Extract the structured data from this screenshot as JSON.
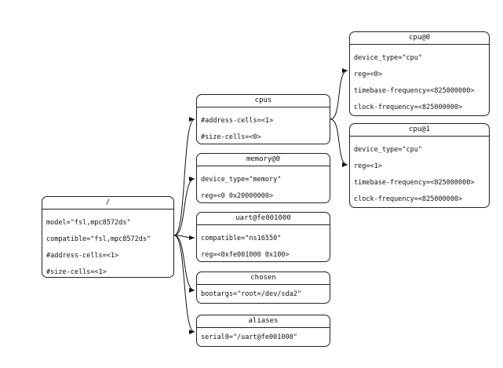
{
  "nodes": {
    "root": {
      "title": "/",
      "props": [
        "model=\"fsl,mpc8572ds\"",
        "compatible=\"fsl,mpc8572ds\"",
        "#address-cells=<1>",
        "#size-cells=<1>"
      ]
    },
    "cpus": {
      "title": "cpus",
      "props": [
        "#address-cells=<1>",
        "#size-cells=<0>"
      ]
    },
    "memory": {
      "title": "memory@0",
      "props": [
        "device_type=\"memory\"",
        "reg=<0 0x20000000>"
      ]
    },
    "uart": {
      "title": "uart@fe001000",
      "props": [
        "compatible=\"ns16550\"",
        "reg=<0xfe001000 0x100>"
      ]
    },
    "chosen": {
      "title": "chosen",
      "props": [
        "bootargs=\"root=/dev/sda2\""
      ]
    },
    "aliases": {
      "title": "aliases",
      "props": [
        "serial0=\"/uart@fe001000\""
      ]
    },
    "cpu0": {
      "title": "cpu@0",
      "props": [
        "device_type=\"cpu\"",
        "reg=<0>",
        "timebase-frequency=<825000000>",
        "clock-frequency=<825000000>"
      ]
    },
    "cpu1": {
      "title": "cpu@1",
      "props": [
        "device_type=\"cpu\"",
        "reg=<1>",
        "timebase-frequency=<825000000>",
        "clock-frequency=<825000000>"
      ]
    }
  },
  "edges": [
    [
      "root",
      "cpus"
    ],
    [
      "root",
      "memory"
    ],
    [
      "root",
      "uart"
    ],
    [
      "root",
      "chosen"
    ],
    [
      "root",
      "aliases"
    ],
    [
      "cpus",
      "cpu0"
    ],
    [
      "cpus",
      "cpu1"
    ]
  ]
}
